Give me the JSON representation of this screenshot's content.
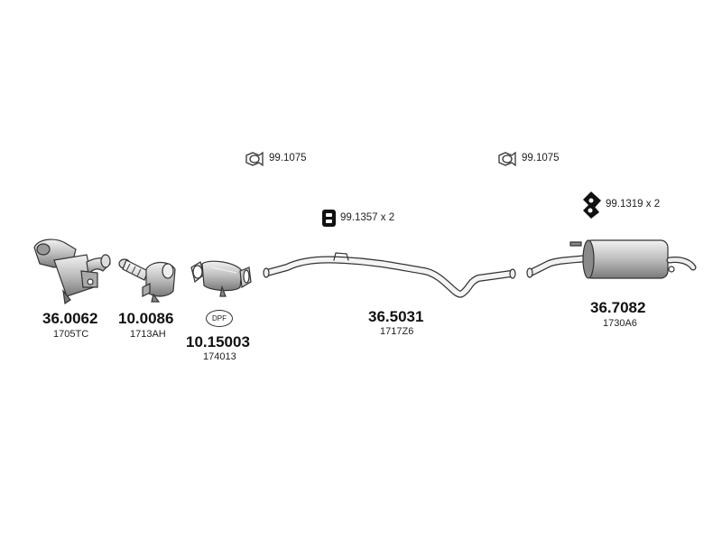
{
  "clamps": [
    {
      "label": "99.1075"
    },
    {
      "label": "99.1075"
    }
  ],
  "mountings": [
    {
      "label": "99.1357 x 2"
    },
    {
      "label": "99.1319 x 2"
    }
  ],
  "parts": [
    {
      "number": "36.0062",
      "oe": "1705TC"
    },
    {
      "number": "10.0086",
      "oe": "1713AH"
    },
    {
      "number": "10.15003",
      "oe": "174013",
      "badge": "DPF"
    },
    {
      "number": "36.5031",
      "oe": "1717Z6"
    },
    {
      "number": "36.7082",
      "oe": "1730A6"
    }
  ]
}
